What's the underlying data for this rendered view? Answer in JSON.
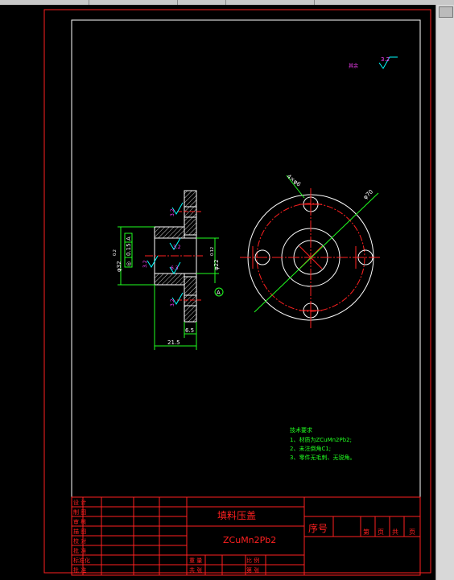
{
  "colors": {
    "frame": "#ff2020",
    "outline": "#ffffff",
    "centerline": "#ff2020",
    "dimension": "#20ff20",
    "symbol": "#00ffff",
    "annotation": "#ff40ff",
    "background": "#000000"
  },
  "drawing": {
    "corner_roughness": {
      "label": "其余",
      "value": "3.2"
    },
    "section_view": {
      "dims": {
        "outer_dia": "φ32",
        "outer_tol": "0.2",
        "inner_dia": "φ22",
        "inner_tol": "0.12",
        "gtol_symbol": "◎",
        "gtol_value": "0.15",
        "gtol_datum": "A",
        "datum_label": "A",
        "thickness": "6.5",
        "length": "21.5"
      },
      "roughness": [
        "3.2",
        "3.2",
        "3.2",
        "6.3",
        "6.3",
        "3.2"
      ]
    },
    "top_view": {
      "hole_label": "4×φ6",
      "pcd_label": "φ70"
    },
    "tech_requirements": {
      "title": "技术要求",
      "items": [
        "1、材质为ZCuMn2Pb2;",
        "2、未注倒角C1;",
        "3、零件无毛刺、无锐角。"
      ]
    }
  },
  "title_block": {
    "left_labels": [
      "设 计",
      "制 图",
      "审 核",
      "描 图",
      "校 对",
      "批 准",
      "标准化",
      "批 准"
    ],
    "part_name": "填料压盖",
    "material": "ZCuMn2Pb2",
    "serial_label": "序号",
    "sheet_info": [
      "第",
      "页",
      "共",
      "页"
    ],
    "bottom_row1": [
      "重 量",
      "比 例"
    ],
    "bottom_row2": [
      "共 张",
      "第 张"
    ]
  }
}
